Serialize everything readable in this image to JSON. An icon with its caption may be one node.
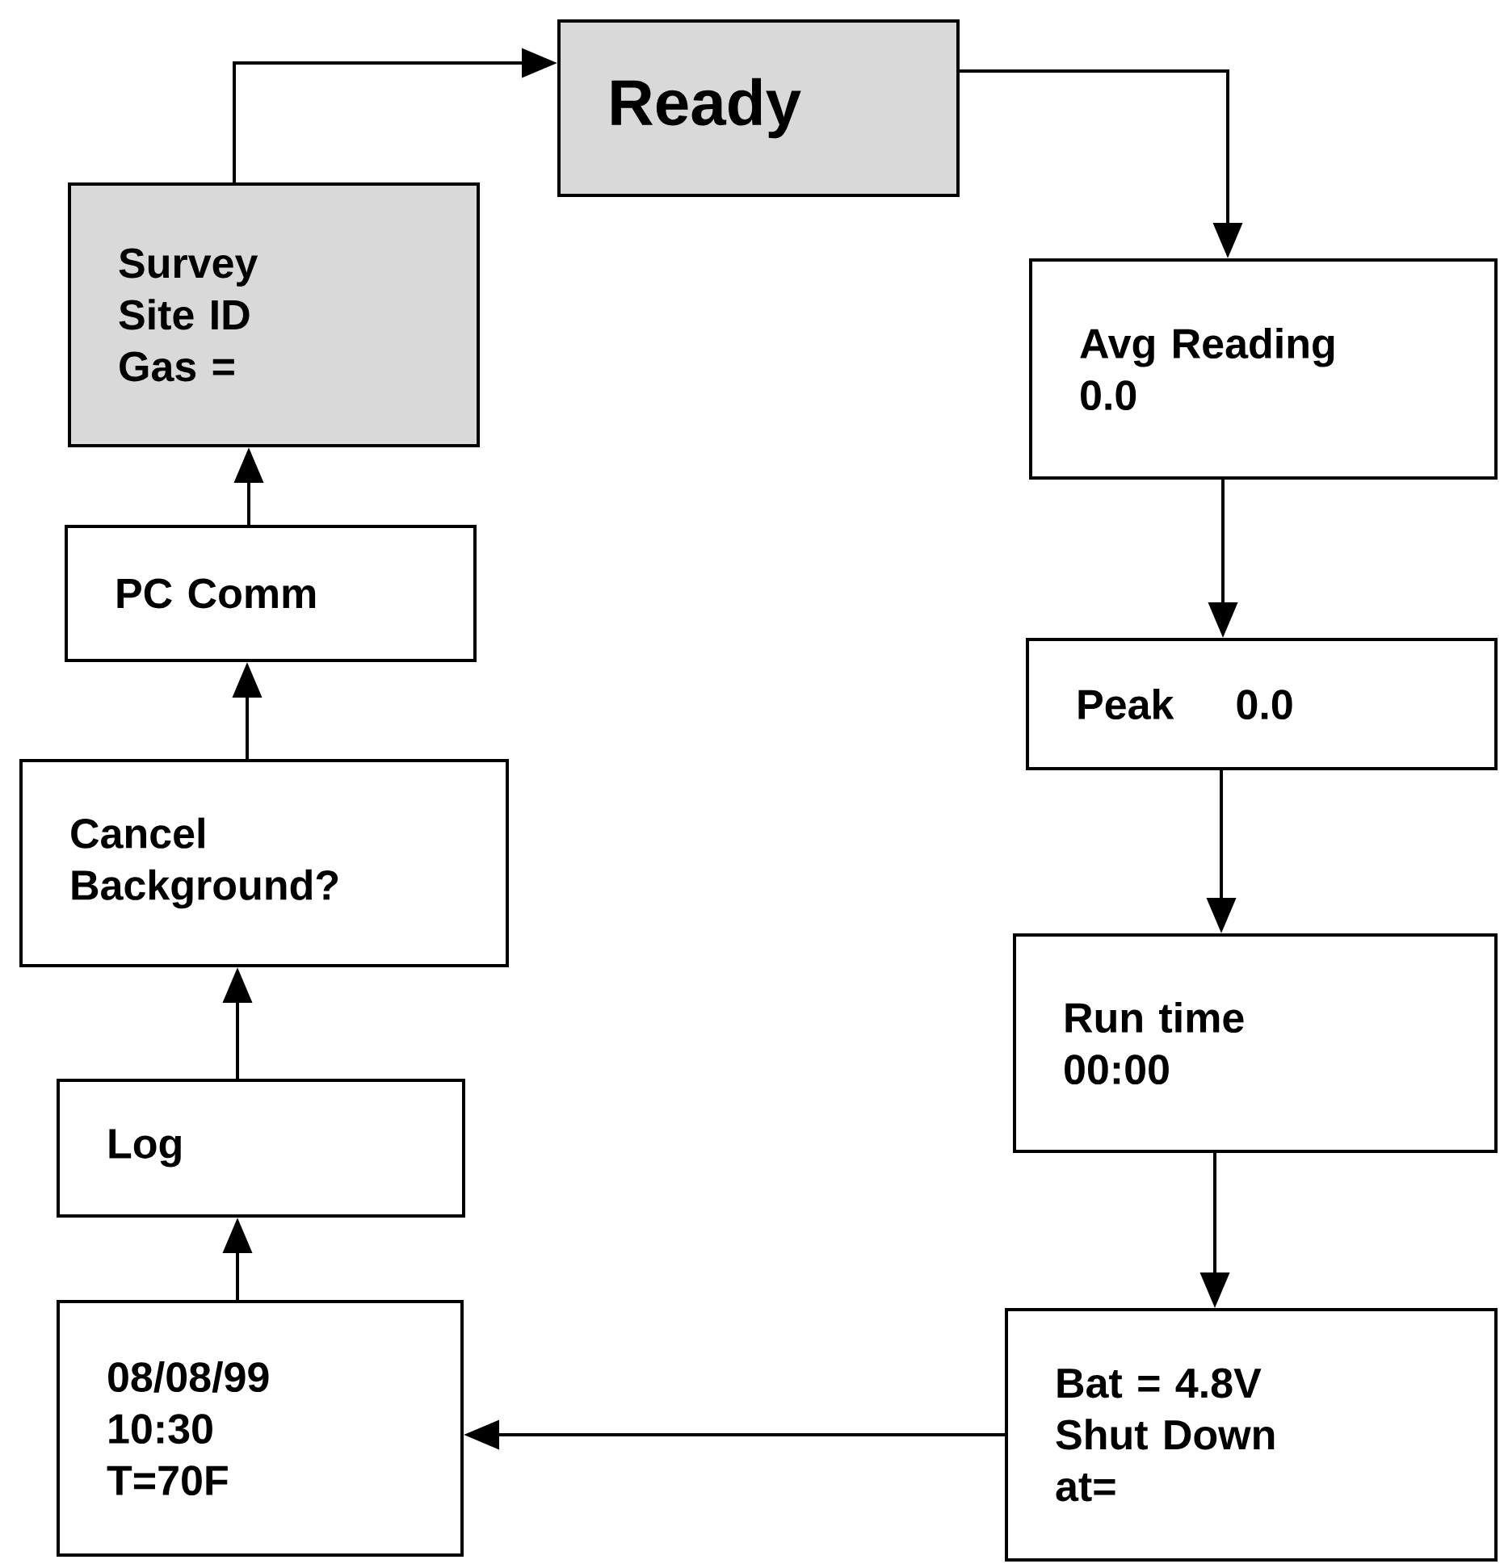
{
  "diagram": {
    "nodes": [
      {
        "text": [
          "Ready"
        ]
      },
      {
        "text": [
          "Survey",
          "Site ID",
          "Gas ="
        ]
      },
      {
        "text": [
          "Avg Reading",
          "0.0"
        ]
      },
      {
        "text": [
          "PC Comm"
        ]
      },
      {
        "text": [
          "Peak",
          "0.0"
        ]
      },
      {
        "text": [
          "Cancel",
          "Background?"
        ]
      },
      {
        "text": [
          "Run time",
          "00:00"
        ]
      },
      {
        "text": [
          "Log"
        ]
      },
      {
        "text": [
          "08/08/99",
          "10:30",
          "T=70F"
        ]
      },
      {
        "text": [
          "Bat = 4.8V",
          "Shut Down",
          "at="
        ]
      }
    ],
    "edges": [
      {
        "from": 1,
        "to": 0,
        "arrow": "to"
      },
      {
        "from": 0,
        "to": 2,
        "arrow": "to"
      },
      {
        "from": 2,
        "to": 4,
        "arrow": "to"
      },
      {
        "from": 4,
        "to": 6,
        "arrow": "to"
      },
      {
        "from": 6,
        "to": 9,
        "arrow": "to"
      },
      {
        "from": 9,
        "to": 8,
        "arrow": "to"
      },
      {
        "from": 8,
        "to": 7,
        "arrow": "to"
      },
      {
        "from": 7,
        "to": 5,
        "arrow": "to"
      },
      {
        "from": 5,
        "to": 3,
        "arrow": "to"
      },
      {
        "from": 3,
        "to": 1,
        "arrow": "to"
      }
    ]
  }
}
